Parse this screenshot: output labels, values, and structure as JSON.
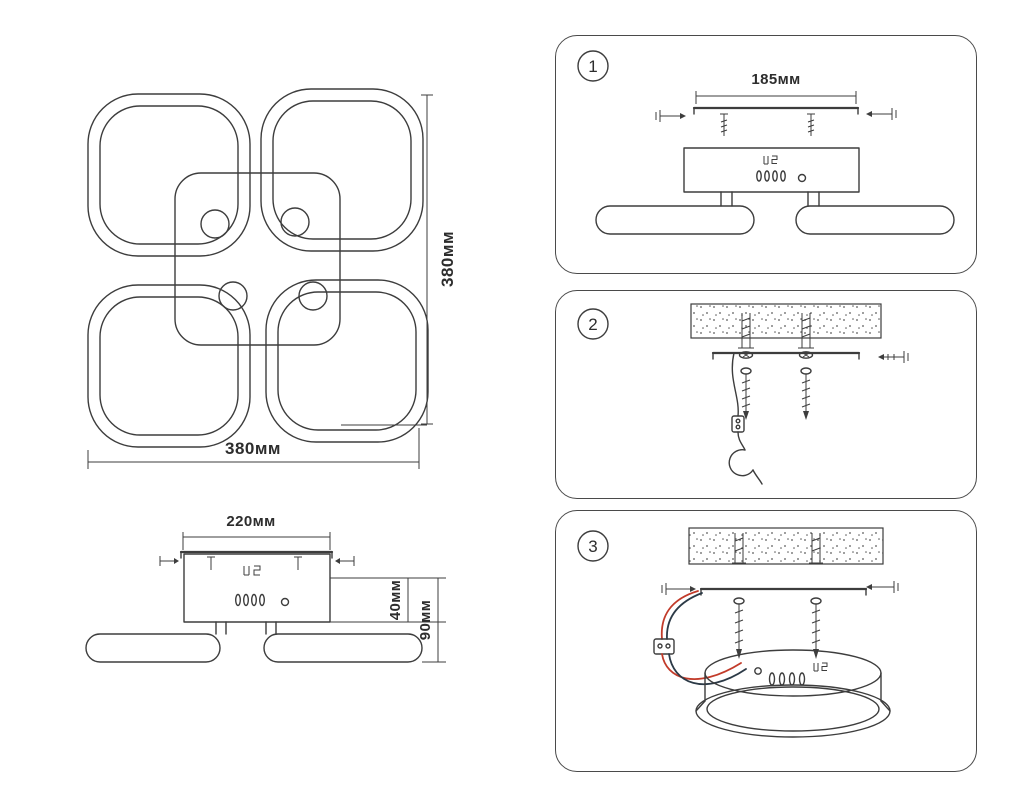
{
  "sheet": {
    "background_color": "#ffffff",
    "line_color": "#3d3d3d",
    "text_color": "#2d2d2d"
  },
  "top_view": {
    "width_label": "380мм",
    "height_label": "380мм"
  },
  "side_view": {
    "width_label": "220мм",
    "upper_height_label": "40мм",
    "total_height_label": "90мм"
  },
  "steps": [
    {
      "number": "1",
      "bracket_width_label": "185мм"
    },
    {
      "number": "2"
    },
    {
      "number": "3"
    }
  ],
  "wire_colors": {
    "red": "#c23b2a",
    "dark": "#2c3a47"
  }
}
